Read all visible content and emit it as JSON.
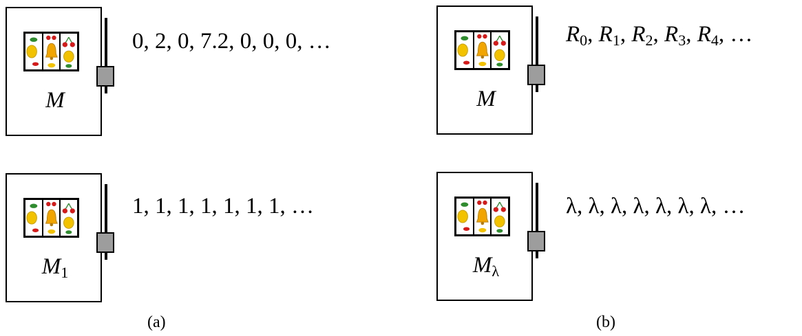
{
  "panels": [
    {
      "machines": [
        {
          "label_main": "M",
          "label_sub": "",
          "sequence": "0, 2, 0, 7.2, 0, 0, 0, …"
        },
        {
          "label_main": "M",
          "label_sub": "1",
          "sequence": "1, 1, 1, 1, 1, 1, 1, …"
        }
      ],
      "caption": "(a)"
    },
    {
      "machines": [
        {
          "label_main": "M",
          "label_sub": "",
          "sequence_terms": [
            {
              "letter": "R",
              "sub": "0"
            },
            {
              "letter": "R",
              "sub": "1"
            },
            {
              "letter": "R",
              "sub": "2"
            },
            {
              "letter": "R",
              "sub": "3"
            },
            {
              "letter": "R",
              "sub": "4"
            }
          ],
          "sequence_tail": ", …"
        },
        {
          "label_main": "M",
          "label_sub": "λ",
          "sequence": "λ, λ, λ, λ, λ, λ, λ, …"
        }
      ],
      "caption": "(b)"
    }
  ],
  "icons": [
    "slot-machine-icon",
    "lemon-icon",
    "bell-icon",
    "cherry-icon",
    "lever-icon"
  ],
  "colors": {
    "lever_box": "#9d9d9d",
    "lemon": "#f2c200",
    "bell": "#f0a500",
    "cherry": "#d61a1a",
    "leaf": "#2e8b2e"
  }
}
